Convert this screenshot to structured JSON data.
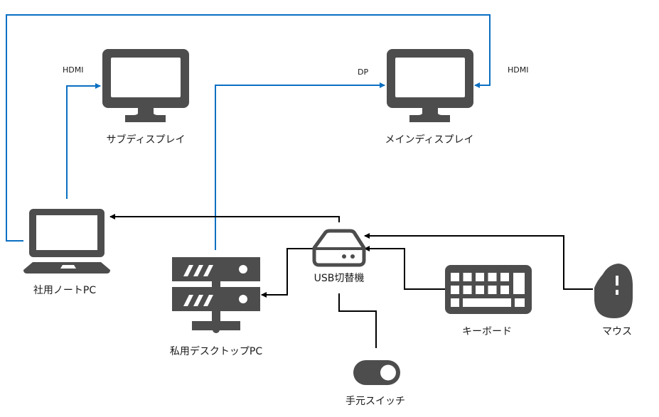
{
  "title": "PC / display / USB switch connection diagram",
  "colors": {
    "video_line": "#0a6fc2",
    "usb_line": "#000000",
    "icon": "#4d4d4d",
    "text": "#1a1a1a"
  },
  "nodes": {
    "sub_display": {
      "label": "サブディスプレイ",
      "icon": "monitor-icon"
    },
    "main_display": {
      "label": "メインディスプレイ",
      "icon": "monitor-icon"
    },
    "work_laptop": {
      "label": "社用ノートPC",
      "icon": "laptop-icon"
    },
    "private_desktop": {
      "label": "私用デスクトップPC",
      "icon": "server-icon"
    },
    "usb_switch": {
      "label": "USB切替機",
      "icon": "switch-box-icon"
    },
    "keyboard": {
      "label": "キーボード",
      "icon": "keyboard-icon"
    },
    "mouse": {
      "label": "マウス",
      "icon": "mouse-icon"
    },
    "hand_switch": {
      "label": "手元スイッチ",
      "icon": "toggle-icon"
    }
  },
  "connections": [
    {
      "from": "work_laptop",
      "to": "sub_display",
      "label": "HDMI",
      "type": "video"
    },
    {
      "from": "private_desktop",
      "to": "main_display",
      "label": "DP",
      "type": "video"
    },
    {
      "from": "work_laptop",
      "to": "main_display",
      "label": "HDMI",
      "type": "video"
    },
    {
      "from": "usb_switch",
      "to": "work_laptop",
      "label": "",
      "type": "usb"
    },
    {
      "from": "usb_switch",
      "to": "private_desktop",
      "label": "",
      "type": "usb"
    },
    {
      "from": "keyboard",
      "to": "usb_switch",
      "label": "",
      "type": "usb"
    },
    {
      "from": "mouse",
      "to": "usb_switch",
      "label": "",
      "type": "usb"
    },
    {
      "from": "hand_switch",
      "to": "usb_switch",
      "label": "",
      "type": "usb"
    }
  ]
}
